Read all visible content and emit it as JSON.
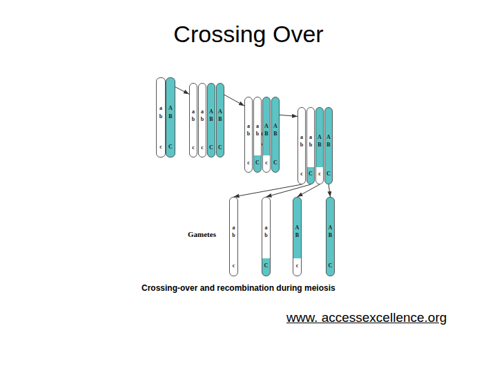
{
  "diagram": {
    "title": "Crossing Over",
    "caption": "Crossing-over and recombination during meiosis",
    "nodes": [
      {
        "text": [
          "a",
          "b",
          "c"
        ]
      },
      {
        "text": [
          "A",
          "B",
          "C"
        ]
      },
      {
        "text": [
          "a",
          "b",
          "c"
        ]
      },
      {
        "text": [
          "a",
          "b",
          "c"
        ]
      },
      {
        "text": [
          "A",
          "B",
          "C"
        ]
      },
      {
        "text": [
          "A",
          "B",
          "C"
        ]
      },
      {
        "text": [
          "a",
          "b",
          "c"
        ]
      },
      {
        "text": [
          "a",
          "b",
          "C"
        ]
      },
      {
        "text": [
          "A",
          "B",
          "c"
        ]
      },
      {
        "text": [
          "A",
          "B",
          "C"
        ]
      },
      {
        "text": [
          "a",
          "b",
          "c"
        ]
      },
      {
        "text": [
          "a",
          "b",
          "C"
        ]
      },
      {
        "text": [
          "A",
          "B",
          "c"
        ]
      },
      {
        "text": [
          "A",
          "B",
          "C"
        ]
      },
      {
        "text": [
          "a",
          "b",
          "c"
        ]
      },
      {
        "text": [
          "a",
          "b",
          "C"
        ]
      },
      {
        "text": [
          "A",
          "B",
          "c"
        ]
      },
      {
        "text": [
          "A",
          "B",
          "C"
        ]
      }
    ],
    "edges": [
      {
        "from": 1,
        "to": 2,
        "arrow": "to"
      },
      {
        "from": 5,
        "to": 6,
        "arrow": "to"
      },
      {
        "from": 9,
        "to": 10,
        "arrow": "to"
      },
      {
        "from": 10,
        "to": 14,
        "arrow": "to"
      },
      {
        "from": 11,
        "to": 15,
        "arrow": "to"
      },
      {
        "from": 12,
        "to": 16,
        "arrow": "to"
      },
      {
        "from": 13,
        "to": 17,
        "arrow": "to"
      }
    ],
    "labels": [
      "Gametes",
      "www. accessexcellence.org"
    ]
  }
}
